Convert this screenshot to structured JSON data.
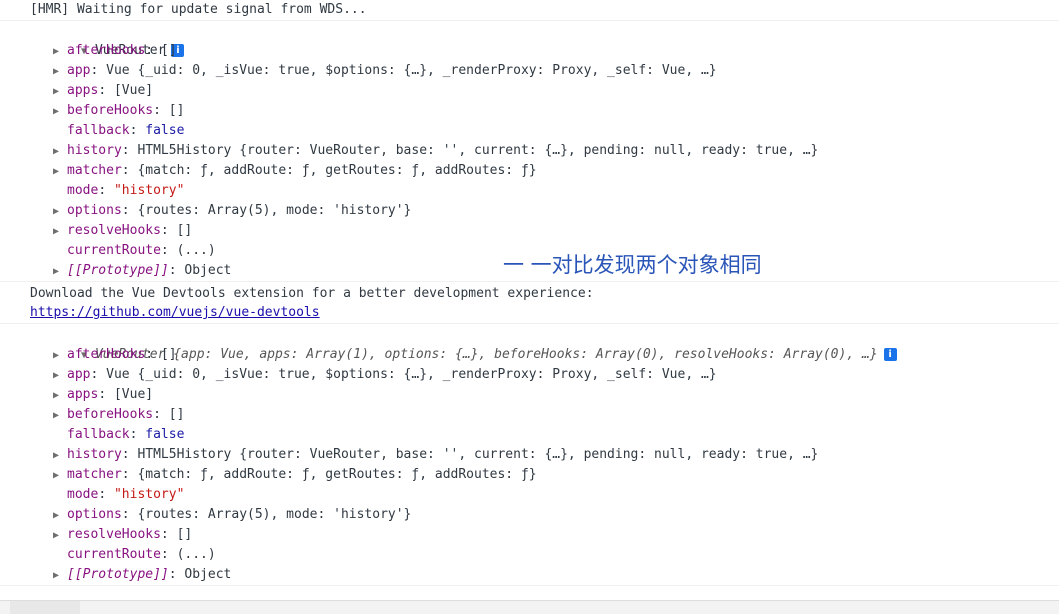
{
  "console": {
    "hmr_message": "[HMR] Waiting for update signal from WDS...",
    "first_object": {
      "head_label": "VueRouter",
      "info_glyph": "i"
    },
    "devtools_message": {
      "text": "Download the Vue Devtools extension for a better development experience:",
      "link": "https://github.com/vuejs/vue-devtools"
    },
    "second_object": {
      "head_label": "VueRouter {app: Vue, apps: Array(1), options: {…}, beforeHooks: Array(0), resolveHooks: Array(0), …}",
      "info_glyph": "i"
    },
    "properties": [
      {
        "key": "afterHooks",
        "value": "[]"
      },
      {
        "key": "app",
        "value": "Vue {_uid: 0, _isVue: true, $options: {…}, _renderProxy: Proxy, _self: Vue, …}"
      },
      {
        "key": "apps",
        "value": "[Vue]"
      },
      {
        "key": "beforeHooks",
        "value": "[]"
      },
      {
        "key": "fallback",
        "value": "false"
      },
      {
        "key": "history",
        "value": "HTML5History {router: VueRouter, base: '', current: {…}, pending: null, ready: true, …}"
      },
      {
        "key": "matcher",
        "value": "{match: ƒ, addRoute: ƒ, getRoutes: ƒ, addRoutes: ƒ}"
      },
      {
        "key": "mode",
        "value": "\"history\""
      },
      {
        "key": "options",
        "value": "{routes: Array(5), mode: 'history'}"
      },
      {
        "key": "resolveHooks",
        "value": "[]"
      },
      {
        "key": "currentRoute",
        "value": "(...)"
      },
      {
        "key": "[[Prototype]]",
        "value": "Object"
      }
    ]
  },
  "annotation": "一 一对比发现两个对象相同",
  "colors": {
    "property_key": "#881280",
    "string": "#c41a16",
    "keyword": "#1a1aa6",
    "number": "#1c00cf",
    "link": "#1a0dab",
    "annotation": "#2a55b8",
    "info_badge": "#1a73e8"
  },
  "icons": {
    "expand": "triangle-right-icon",
    "collapse": "triangle-down-icon",
    "info": "info-icon"
  }
}
